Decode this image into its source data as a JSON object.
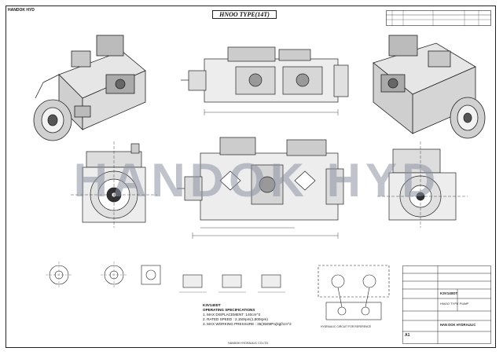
{
  "drawing": {
    "title": "HNOO TYPE(14T)",
    "watermark": "HANDOK HYD",
    "top_left_mark": "HANDOK HYD",
    "spec_heading": "K3V140DT",
    "spec_title": "OPERATING SPECIFICATIONS",
    "spec_lines": [
      "1. MAX DISPLACEMENT :140cm^3",
      "2. RATED SPEED : 2,150rpm(1,800rpm)",
      "3. MAX WORKING PRESSURE : 35(350MPa)kgf/cm^2"
    ],
    "circuit_caption": "HYDRAULIC CIRCUIT FOR REFERENCE",
    "title_block": {
      "model": "K3V140DT",
      "name": "HNOO TYPE PUMP",
      "company": "HAN DOK HYDRAULIC",
      "sheet": "A1"
    },
    "footer_center": "HANDOK HYDRAULIC CO.LTD"
  }
}
